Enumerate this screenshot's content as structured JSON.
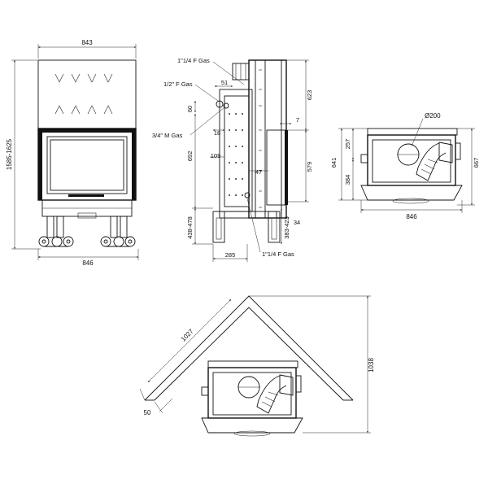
{
  "front_view": {
    "width_top": "843",
    "width_bottom": "846",
    "height": "1585-1625"
  },
  "side_view": {
    "gas_top": "1\"1/4 F Gas",
    "gas_half": "1/2\" F Gas",
    "gas_m": "3/4\" M Gas",
    "gas_bottom": "1\"1/4 F Gas",
    "d51": "51",
    "d60": "60",
    "d18": "18",
    "d109": "109",
    "d47": "47",
    "d692": "692",
    "d438": "438-478",
    "d285": "285",
    "d623": "623",
    "d7": "7",
    "d579": "579",
    "d34": "34",
    "d383": "383-423"
  },
  "top_view": {
    "diameter": "Ø200",
    "d257": "257",
    "d384": "384",
    "d641": "641",
    "d667": "667",
    "width": "846"
  },
  "corner_view": {
    "d1027": "1027",
    "d1038": "1038",
    "d50": "50"
  }
}
